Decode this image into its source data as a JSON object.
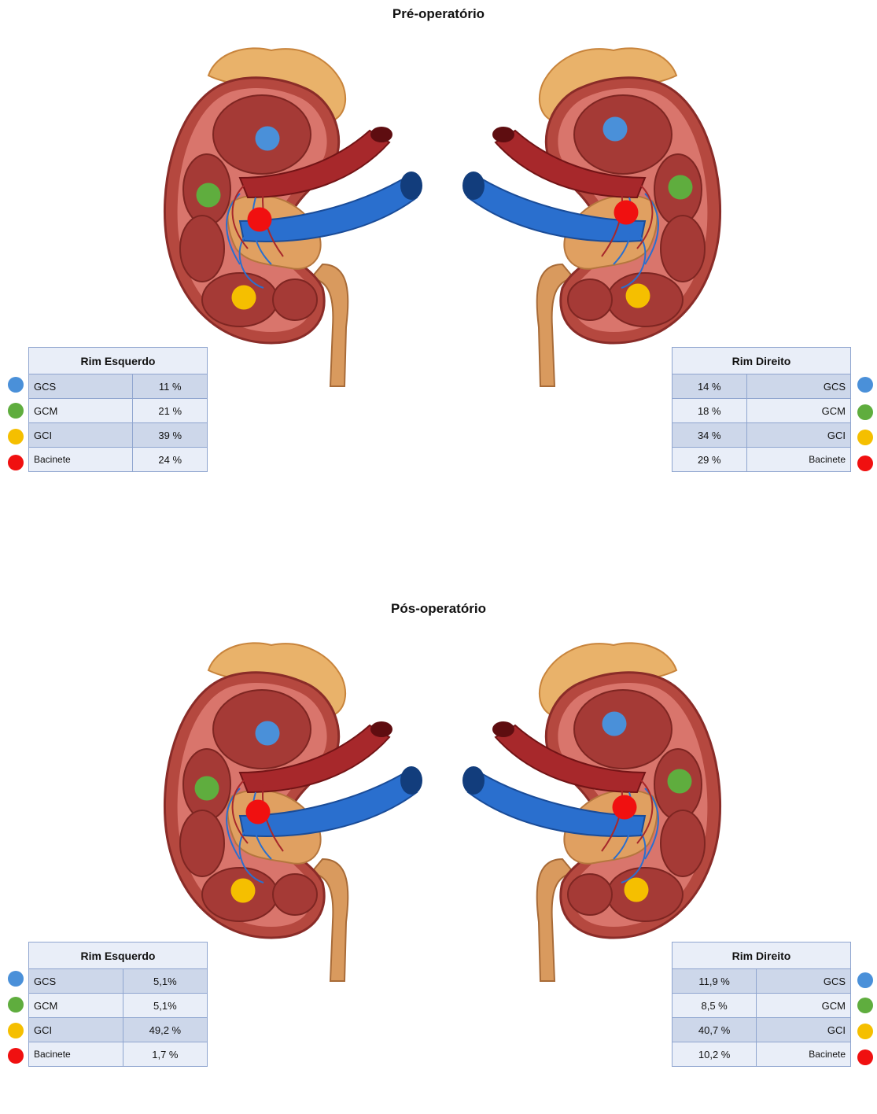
{
  "colors": {
    "gcs": "#4a90d9",
    "gcm": "#5fad3e",
    "gci": "#f5bf00",
    "bacinete": "#f01010"
  },
  "pre": {
    "title": "Pré-operatório",
    "left": {
      "header": "Rim Esquerdo",
      "rows": [
        {
          "label": "GCS",
          "value": "11 %"
        },
        {
          "label": "GCM",
          "value": "21 %"
        },
        {
          "label": "GCI",
          "value": "39 %"
        },
        {
          "label": "Bacinete",
          "value": "24 %"
        }
      ]
    },
    "right": {
      "header": "Rim Direito",
      "rows": [
        {
          "label": "GCS",
          "value": "14 %"
        },
        {
          "label": "GCM",
          "value": "18 %"
        },
        {
          "label": "GCI",
          "value": "34 %"
        },
        {
          "label": "Bacinete",
          "value": "29 %"
        }
      ]
    }
  },
  "post": {
    "title": "Pós-operatório",
    "left": {
      "header": "Rim Esquerdo",
      "rows": [
        {
          "label": "GCS",
          "value": "5,1%"
        },
        {
          "label": "GCM",
          "value": "5,1%"
        },
        {
          "label": "GCI",
          "value": "49,2 %"
        },
        {
          "label": "Bacinete",
          "value": "1,7 %"
        }
      ]
    },
    "right": {
      "header": "Rim Direito",
      "rows": [
        {
          "label": "GCS",
          "value": "11,9 %"
        },
        {
          "label": "GCM",
          "value": "8,5 %"
        },
        {
          "label": "GCI",
          "value": "40,7 %"
        },
        {
          "label": "Bacinete",
          "value": "10,2 %"
        }
      ]
    }
  }
}
